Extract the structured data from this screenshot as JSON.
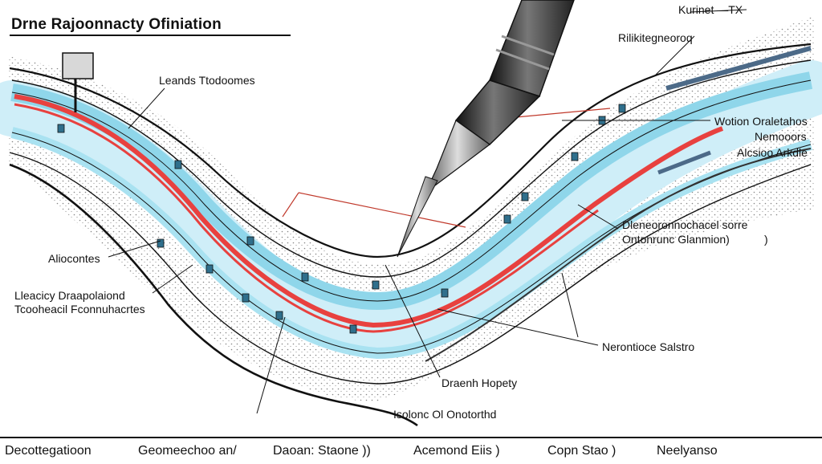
{
  "title": "Drne Rajoonnacty Ofiniation",
  "labels": {
    "top_right_1": "Kurinet —TX",
    "top_right_2": "Rilikitegneoroq",
    "leads": "Leands Ttodoomes",
    "wotion_1": "Wotion Oraletahos",
    "wotion_2": "Nemooors",
    "alcsioo": "Alcsioo Arkdle",
    "aliocontes": "Aliocontes",
    "dlene_1": "Dleneoronnochacel sorre",
    "dlene_2": "Ontonrunc Glanmion)",
    "dlene_3": ")",
    "lleacicy_1": "Lleacicy Draapolaiond",
    "lleacicy_2": "Tcooheacil Fconnuhacrtes",
    "neron": "Nerontioce Salstro",
    "draenh": "Draenh Hopety",
    "isolonc": "Isolonc Ol Onotorthd"
  },
  "footer": {
    "item1": "Decottegatioon",
    "item2": "Geomeechoo  an/",
    "item3": "Daoan:  Staone  ))",
    "item4": "Acemond  Eiis  )",
    "item5": "Copn  Stao  )",
    "item6": "Neelyanso"
  },
  "colors": {
    "red_band": "#e8413f",
    "blue_band": "#8fd6ea",
    "blue_glow": "#cfeef8",
    "outline": "#111111",
    "node": "#2f6f8c",
    "pen": "#333333"
  }
}
